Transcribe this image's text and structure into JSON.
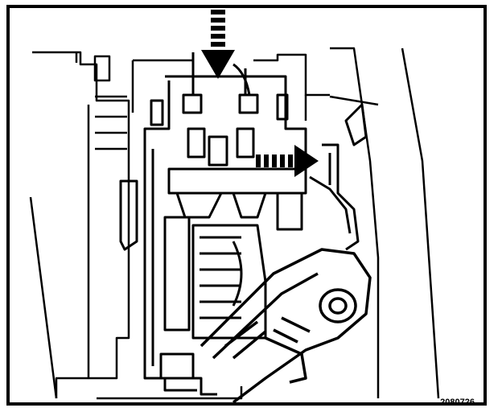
{
  "figure": {
    "reference_code": "2080726",
    "colors": {
      "ink": "#000000",
      "paper": "#ffffff"
    },
    "arrows": [
      {
        "name": "vertical-dashed-arrow",
        "direction": "down"
      },
      {
        "name": "horizontal-dashed-arrow",
        "direction": "right"
      }
    ]
  }
}
